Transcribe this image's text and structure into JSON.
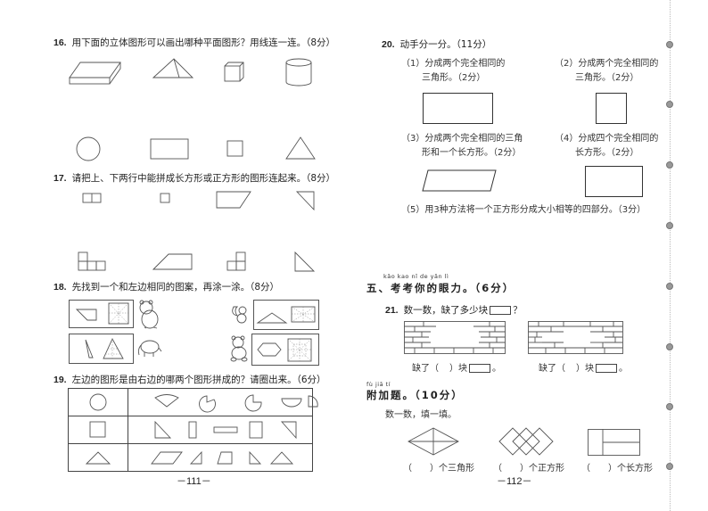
{
  "left_page": {
    "q16": {
      "number": "16.",
      "text": "用下面的立体图形可以画出哪种平面图形？用线连一连。（8分）",
      "top_shapes": [
        "cuboid-icon",
        "pyramid-icon",
        "cube-icon",
        "cylinder-icon"
      ],
      "bottom_shapes": [
        "circle-icon",
        "rectangle-icon",
        "square-icon",
        "triangle-icon"
      ]
    },
    "q17": {
      "number": "17.",
      "text": "请把上、下两行中能拼成长方形或正方形的图形连起来。（8分）",
      "top_shapes": [
        "split-rectangle-icon",
        "small-square-icon",
        "trapezoid-icon",
        "right-triangle-icon"
      ],
      "bottom_shapes": [
        "l-blocks-icon",
        "trapezoid-icon",
        "l-squares-icon",
        "right-triangle-icon"
      ]
    },
    "q18": {
      "number": "18.",
      "text": "先找到一个和左边相同的图案，再涂一涂。（8分）",
      "panels": [
        {
          "animal": "bear-icon",
          "shapes": [
            "trapezoid",
            "dotted-square"
          ]
        },
        {
          "animal": "squirrel-icon",
          "shapes": [
            "flat-triangle",
            "dotted-rectangle"
          ]
        },
        {
          "animal": "elephant-icon",
          "shapes": [
            "thin-triangle",
            "dotted-triangle"
          ]
        },
        {
          "animal": "bear-cub-icon",
          "shapes": [
            "hexagon",
            "dotted-square"
          ]
        }
      ]
    },
    "q19": {
      "number": "19.",
      "text": "左边的图形是由右边的哪两个图形拼成的？请圈出来。（6分）",
      "rows": [
        {
          "left": "circle",
          "options": [
            "sector",
            "pac-circle",
            "three-quarter-circle",
            "semicircle",
            "quarter-circle"
          ]
        },
        {
          "left": "square",
          "options": [
            "right-triangle",
            "tall-rectangle",
            "wide-rectangle",
            "rectangle",
            "right-triangle-flipped"
          ]
        },
        {
          "left": "triangle",
          "options": [
            "parallelogram",
            "small-triangle",
            "trapezoid",
            "right-triangle",
            "triangle"
          ]
        }
      ]
    },
    "page_number": "－111－"
  },
  "right_page": {
    "q20": {
      "number": "20.",
      "text": "动手分一分。（11分）",
      "parts": [
        {
          "line1": "（1）分成两个完全相同的",
          "line2": "三角形。（2分）"
        },
        {
          "line1": "（2）分成两个完全相同的",
          "line2": "三角形。（2分）"
        },
        {
          "line1": "（3）分成两个完全相同的三角",
          "line2": "形和一个长方形。（2分）"
        },
        {
          "line1": "（4）分成四个完全相同的",
          "line2": "长方形。（2分）"
        },
        {
          "line1": "（5）用3种方法将一个正方形分成大小相等的四部分。（3分）"
        }
      ]
    },
    "section5": {
      "pinyin": "kǎo kao  nǐ   de  yǎn  lì",
      "title": "五、考考你的眼力。（6分）"
    },
    "q21": {
      "number": "21.",
      "text_before": "数一数，缺了多少块",
      "text_after": "？",
      "answers": [
        {
          "prefix": "缺了（",
          "middle": "）块",
          "suffix": "。"
        },
        {
          "prefix": "缺了（",
          "middle": "）块",
          "suffix": "。"
        }
      ]
    },
    "bonus": {
      "pinyin": "fù  jiā  tí",
      "title": "附加题。（10分）",
      "instruction": "数一数，填一填。",
      "answers": [
        "（　　）个三角形",
        "（　　）个正方形",
        "（　　）个长方形"
      ]
    },
    "page_number": "－112－"
  }
}
